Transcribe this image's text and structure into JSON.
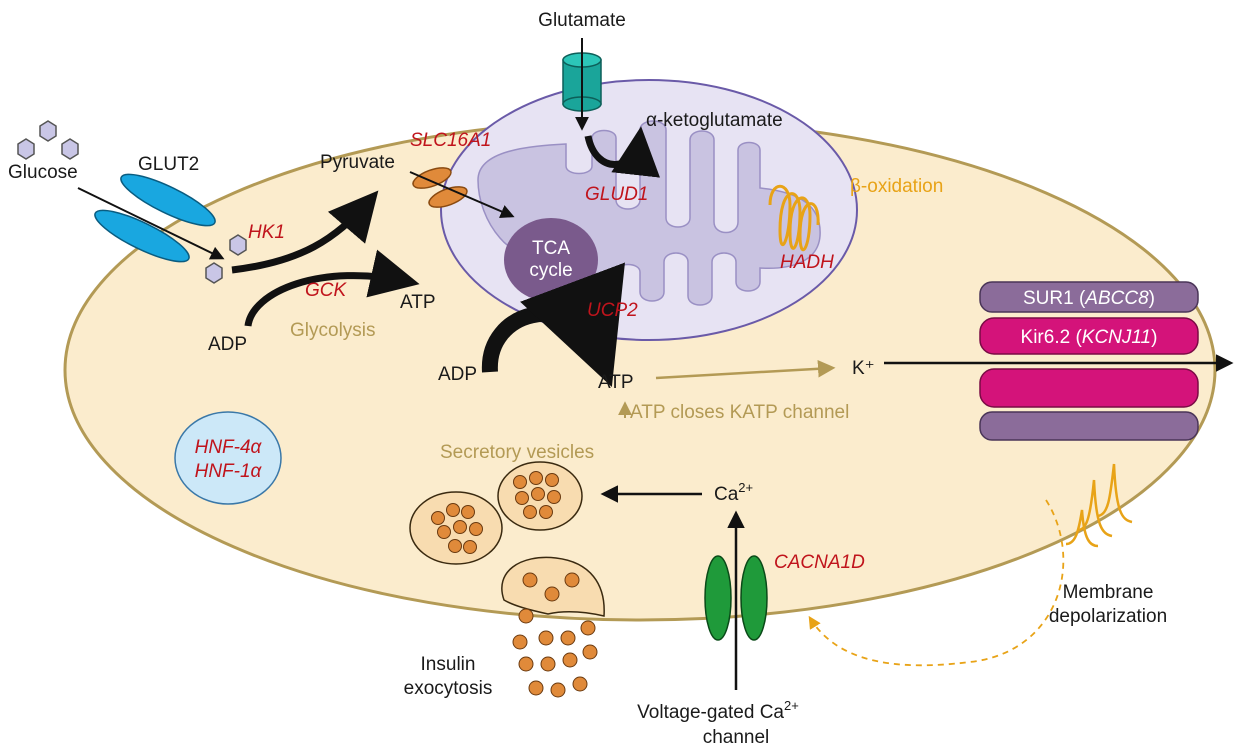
{
  "labels": {
    "glutamate": "Glutamate",
    "alpha_ketoglutarate": "α-ketoglutamate",
    "glucose": "Glucose",
    "glut2": "GLUT2",
    "pyruvate": "Pyruvate",
    "slc16a1": "SLC16A1",
    "glud1": "GLUD1",
    "beta_oxidation": "β-oxidation",
    "hk1": "HK1",
    "tca_line1": "TCA",
    "tca_line2": "cycle",
    "hadh": "HADH",
    "gck": "GCK",
    "atp_glycolysis": "ATP",
    "adp_glycolysis": "ADP",
    "glycolysis": "Glycolysis",
    "ucp2": "UCP2",
    "adp_mito": "ADP",
    "atp_mito": "ATP",
    "k_plus": "K⁺",
    "atp_closes": "ATP closes KATP channel",
    "hnf4a": "HNF-4α",
    "hnf1a": "HNF-1α",
    "secretory_vesicles": "Secretory vesicles",
    "ca_base": "Ca",
    "ca_sup": "2+",
    "cacna1d": "CACNA1D",
    "membrane_line1": "Membrane",
    "membrane_line2": "depolarization",
    "insulin_line1": "Insulin",
    "insulin_line2": "exocytosis",
    "vgcc_line1_base": "Voltage-gated Ca",
    "vgcc_line1_sup": "2+",
    "vgcc_line2": "channel"
  },
  "katp": {
    "sur1_name": "SUR1 (",
    "sur1_gene": "ABCC8",
    "kir_name": "Kir6.2 (",
    "kir_gene": "KCNJ11",
    "close_paren": ")"
  },
  "colors": {
    "cell_fill": "#fbeccd",
    "cell_stroke": "#b39a55",
    "mito_outer": "#e7e3f3",
    "mito_inner": "#c9c3e1",
    "tca": "#7a5a8c",
    "gene_red": "#c0141c",
    "tan_text": "#b39a55",
    "orange": "#e8a317",
    "sur1": "#8b6c9a",
    "kir": "#d4137a",
    "glut2": "#19a7e0",
    "transporter": "#1aa59a",
    "ca_channel": "#1f9a3a",
    "nucleus": "#cce8f8",
    "vesicle": "#f8dcb0",
    "granule": "#e08a3a"
  }
}
